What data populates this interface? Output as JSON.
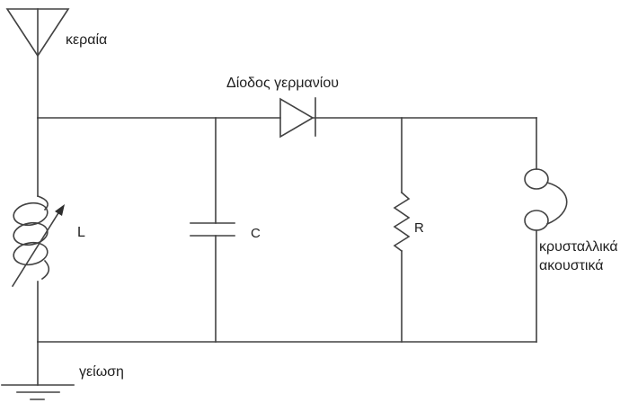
{
  "diagram": {
    "type": "circuit-schematic",
    "description": "Crystal radio receiver schematic with antenna, tuned LC circuit, germanium diode detector, resistor and crystal earphones",
    "background_color": "#ffffff",
    "line_color": "#424242",
    "text_color": "#1f1f1f"
  },
  "labels": {
    "antenna": "κεραία",
    "diode": "Δίοδος γερμανίου",
    "inductor": "L",
    "capacitor": "C",
    "resistor": "R",
    "headphones_line1": "κρυσταλλικά",
    "headphones_line2": "ακουστικά",
    "ground": "γείωση"
  },
  "components": [
    {
      "id": "antenna",
      "label": "κεραία",
      "symbol": "antenna"
    },
    {
      "id": "inductor",
      "label": "L",
      "symbol": "variable-inductor"
    },
    {
      "id": "capacitor",
      "label": "C",
      "symbol": "capacitor"
    },
    {
      "id": "diode",
      "label": "Δίοδος γερμανίου",
      "symbol": "diode"
    },
    {
      "id": "resistor",
      "label": "R",
      "symbol": "resistor"
    },
    {
      "id": "headphones",
      "label": "κρυσταλλικά ακουστικά",
      "symbol": "crystal-earphones"
    },
    {
      "id": "ground",
      "label": "γείωση",
      "symbol": "earth-ground"
    }
  ]
}
